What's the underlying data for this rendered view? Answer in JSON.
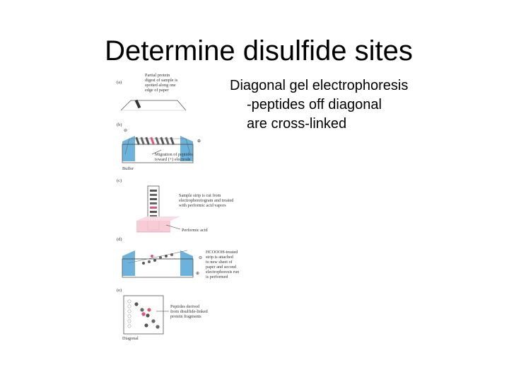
{
  "slide": {
    "title": "Determine disulfide sites",
    "bullets": [
      "Diagonal gel electrophoresis",
      "-peptides off diagonal",
      "are cross-linked"
    ]
  },
  "figure": {
    "panels": [
      "(a)",
      "(b)",
      "(c)",
      "(d)",
      "(e)"
    ],
    "labels": {
      "a": [
        "Partial protein",
        "digest of sample is",
        "spotted along one",
        "edge of paper"
      ],
      "b_minus": "⊖",
      "b_plus": "⊕",
      "b_migration": [
        "Migration of peptides",
        "toward (+) electrode"
      ],
      "b_buffer": "Buffer",
      "c": [
        "Sample strip is cut from",
        "electrophoretogram and treated",
        "with performic acid vapors"
      ],
      "c_acid": "Performic acid",
      "d_minus": "⊖",
      "d_plus": "⊕",
      "d": [
        "HCOOOH-treated",
        "strip is attached",
        "to new sheet of",
        "paper and second",
        "electrophoresis run",
        "is performed"
      ],
      "e": [
        "Peptides derived",
        "from disulfide-linked",
        "protein fragments"
      ],
      "e_diag": "Diagonal"
    },
    "colors": {
      "buffer_blue": "#3a9ad0",
      "spot_pink": "#e0567a",
      "strip_pink": "#f6c6d2",
      "spot_gray": "#555555"
    }
  }
}
